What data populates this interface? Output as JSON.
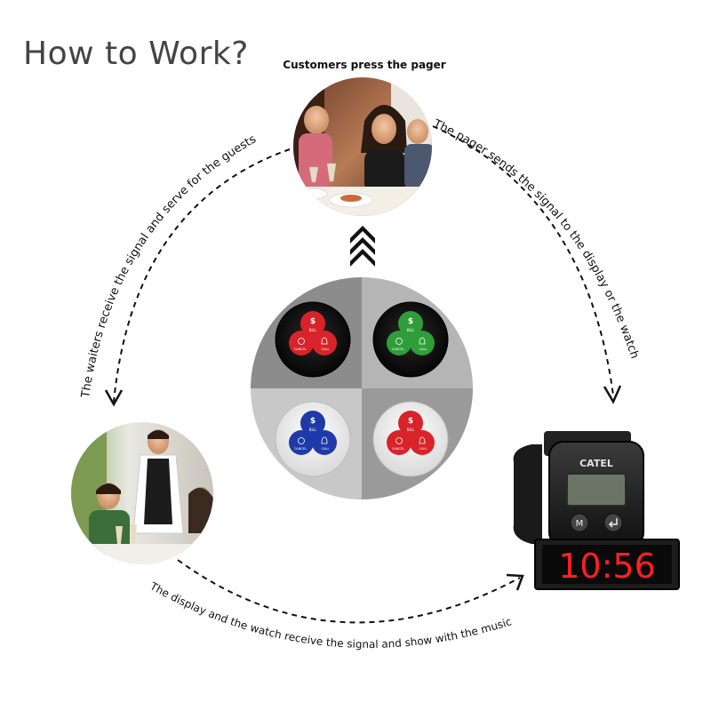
{
  "heading": "How to Work?",
  "steps": {
    "top": "Customers press the pager",
    "right": "The pager sends the signal to the display or the watch",
    "bottom": "The display and the watch receive the signal and show with the music",
    "left": "The waiters receive the signal and serve for the guests"
  },
  "pagers": [
    {
      "color": "#d8232a",
      "bill": "BILL",
      "cancel": "CANCEL",
      "call": "CALL"
    },
    {
      "color": "#2f9e3a",
      "bill": "BILL",
      "cancel": "CANCEL",
      "call": "CALL"
    },
    {
      "color": "#1f3aa8",
      "bill": "BILL",
      "cancel": "CANCEL",
      "call": "CALL"
    },
    {
      "color": "#d8232a",
      "bill": "BILL",
      "cancel": "CANCEL",
      "call": "CALL"
    }
  ],
  "device": {
    "watch_brand": "CATEL",
    "clock_time": "10:56",
    "clock_color": "#ff2020"
  },
  "icons": [
    "up-chevron-icon",
    "dollar-icon",
    "cancel-icon",
    "bell-icon",
    "menu-button-icon",
    "enter-button-icon"
  ]
}
